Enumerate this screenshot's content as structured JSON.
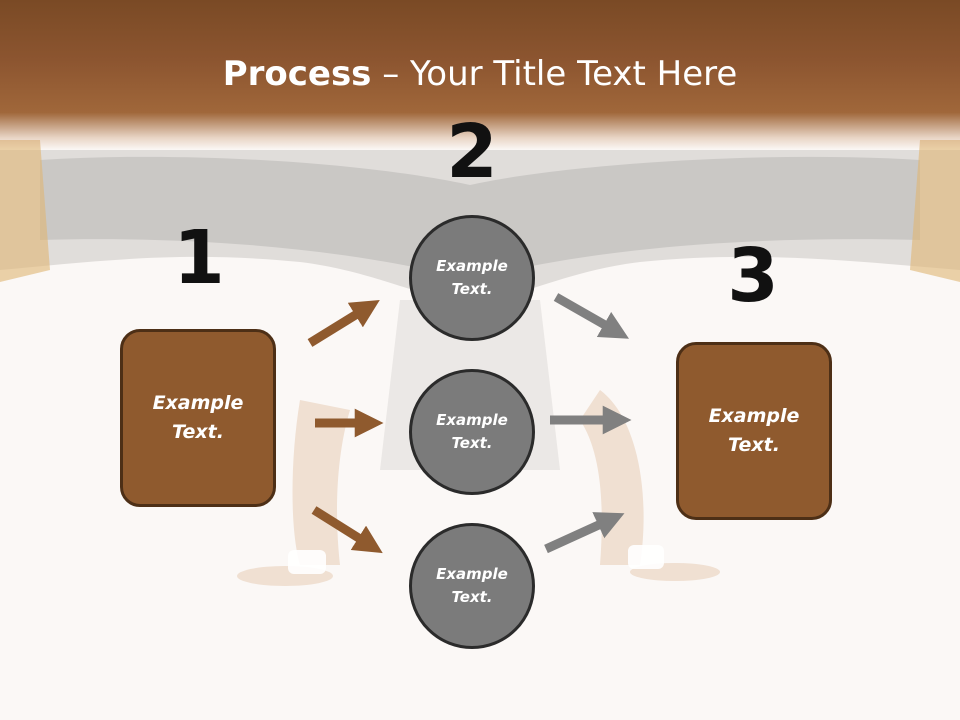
{
  "title": {
    "bold": "Process",
    "rest": " – Your Title Text Here"
  },
  "numbers": {
    "one": "1",
    "two": "2",
    "three": "3"
  },
  "boxes": {
    "left": "Example\nText.",
    "right": "Example\nText."
  },
  "circles": {
    "top": "Example\nText.",
    "middle": "Example\nText.",
    "bottom": "Example\nText."
  },
  "colors": {
    "header": "#8c5530",
    "box_fill": "#8f5a2e",
    "box_border": "#4d2f16",
    "circle_fill": "#7b7b7b",
    "arrow_brown": "#8f5a2e",
    "arrow_gray": "#808080"
  },
  "background_image": "breakdancer-handstand-photo"
}
